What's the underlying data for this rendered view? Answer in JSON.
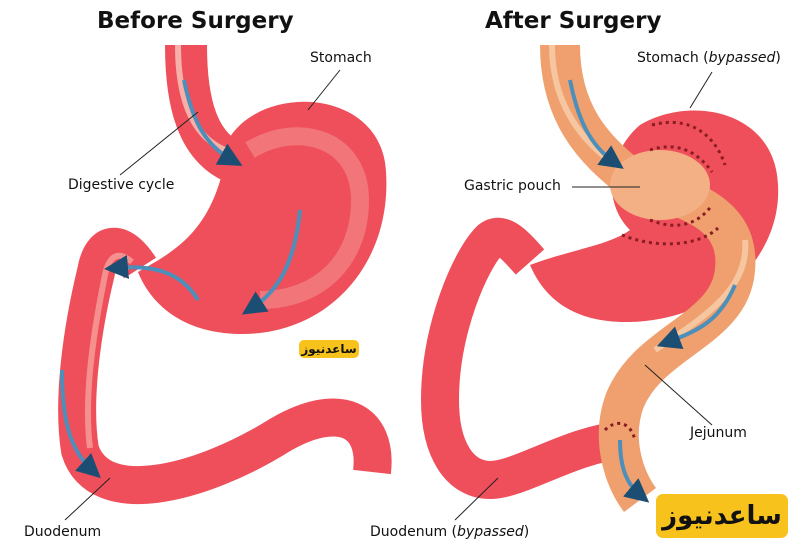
{
  "before": {
    "title": "Before Surgery",
    "labels": {
      "stomach": "Stomach",
      "digestive_cycle": "Digestive cycle",
      "duodenum": "Duodenum"
    }
  },
  "after": {
    "title": "After Surgery",
    "labels": {
      "stomach_prefix": "Stomach (",
      "stomach_italic": "bypassed",
      "stomach_suffix": ")",
      "gastric_pouch": "Gastric pouch",
      "jejunum": "Jejunum",
      "duodenum_prefix": "Duodenum (",
      "duodenum_italic": "bypassed",
      "duodenum_suffix": ")"
    }
  },
  "watermark": "ساعدنیوز",
  "colors": {
    "stomach": "#ee4f5a",
    "stomach_highlight": "#f5908f",
    "jejunum": "#efa06e",
    "staples": "#8a1d22",
    "arrow": "#4b8fba"
  }
}
